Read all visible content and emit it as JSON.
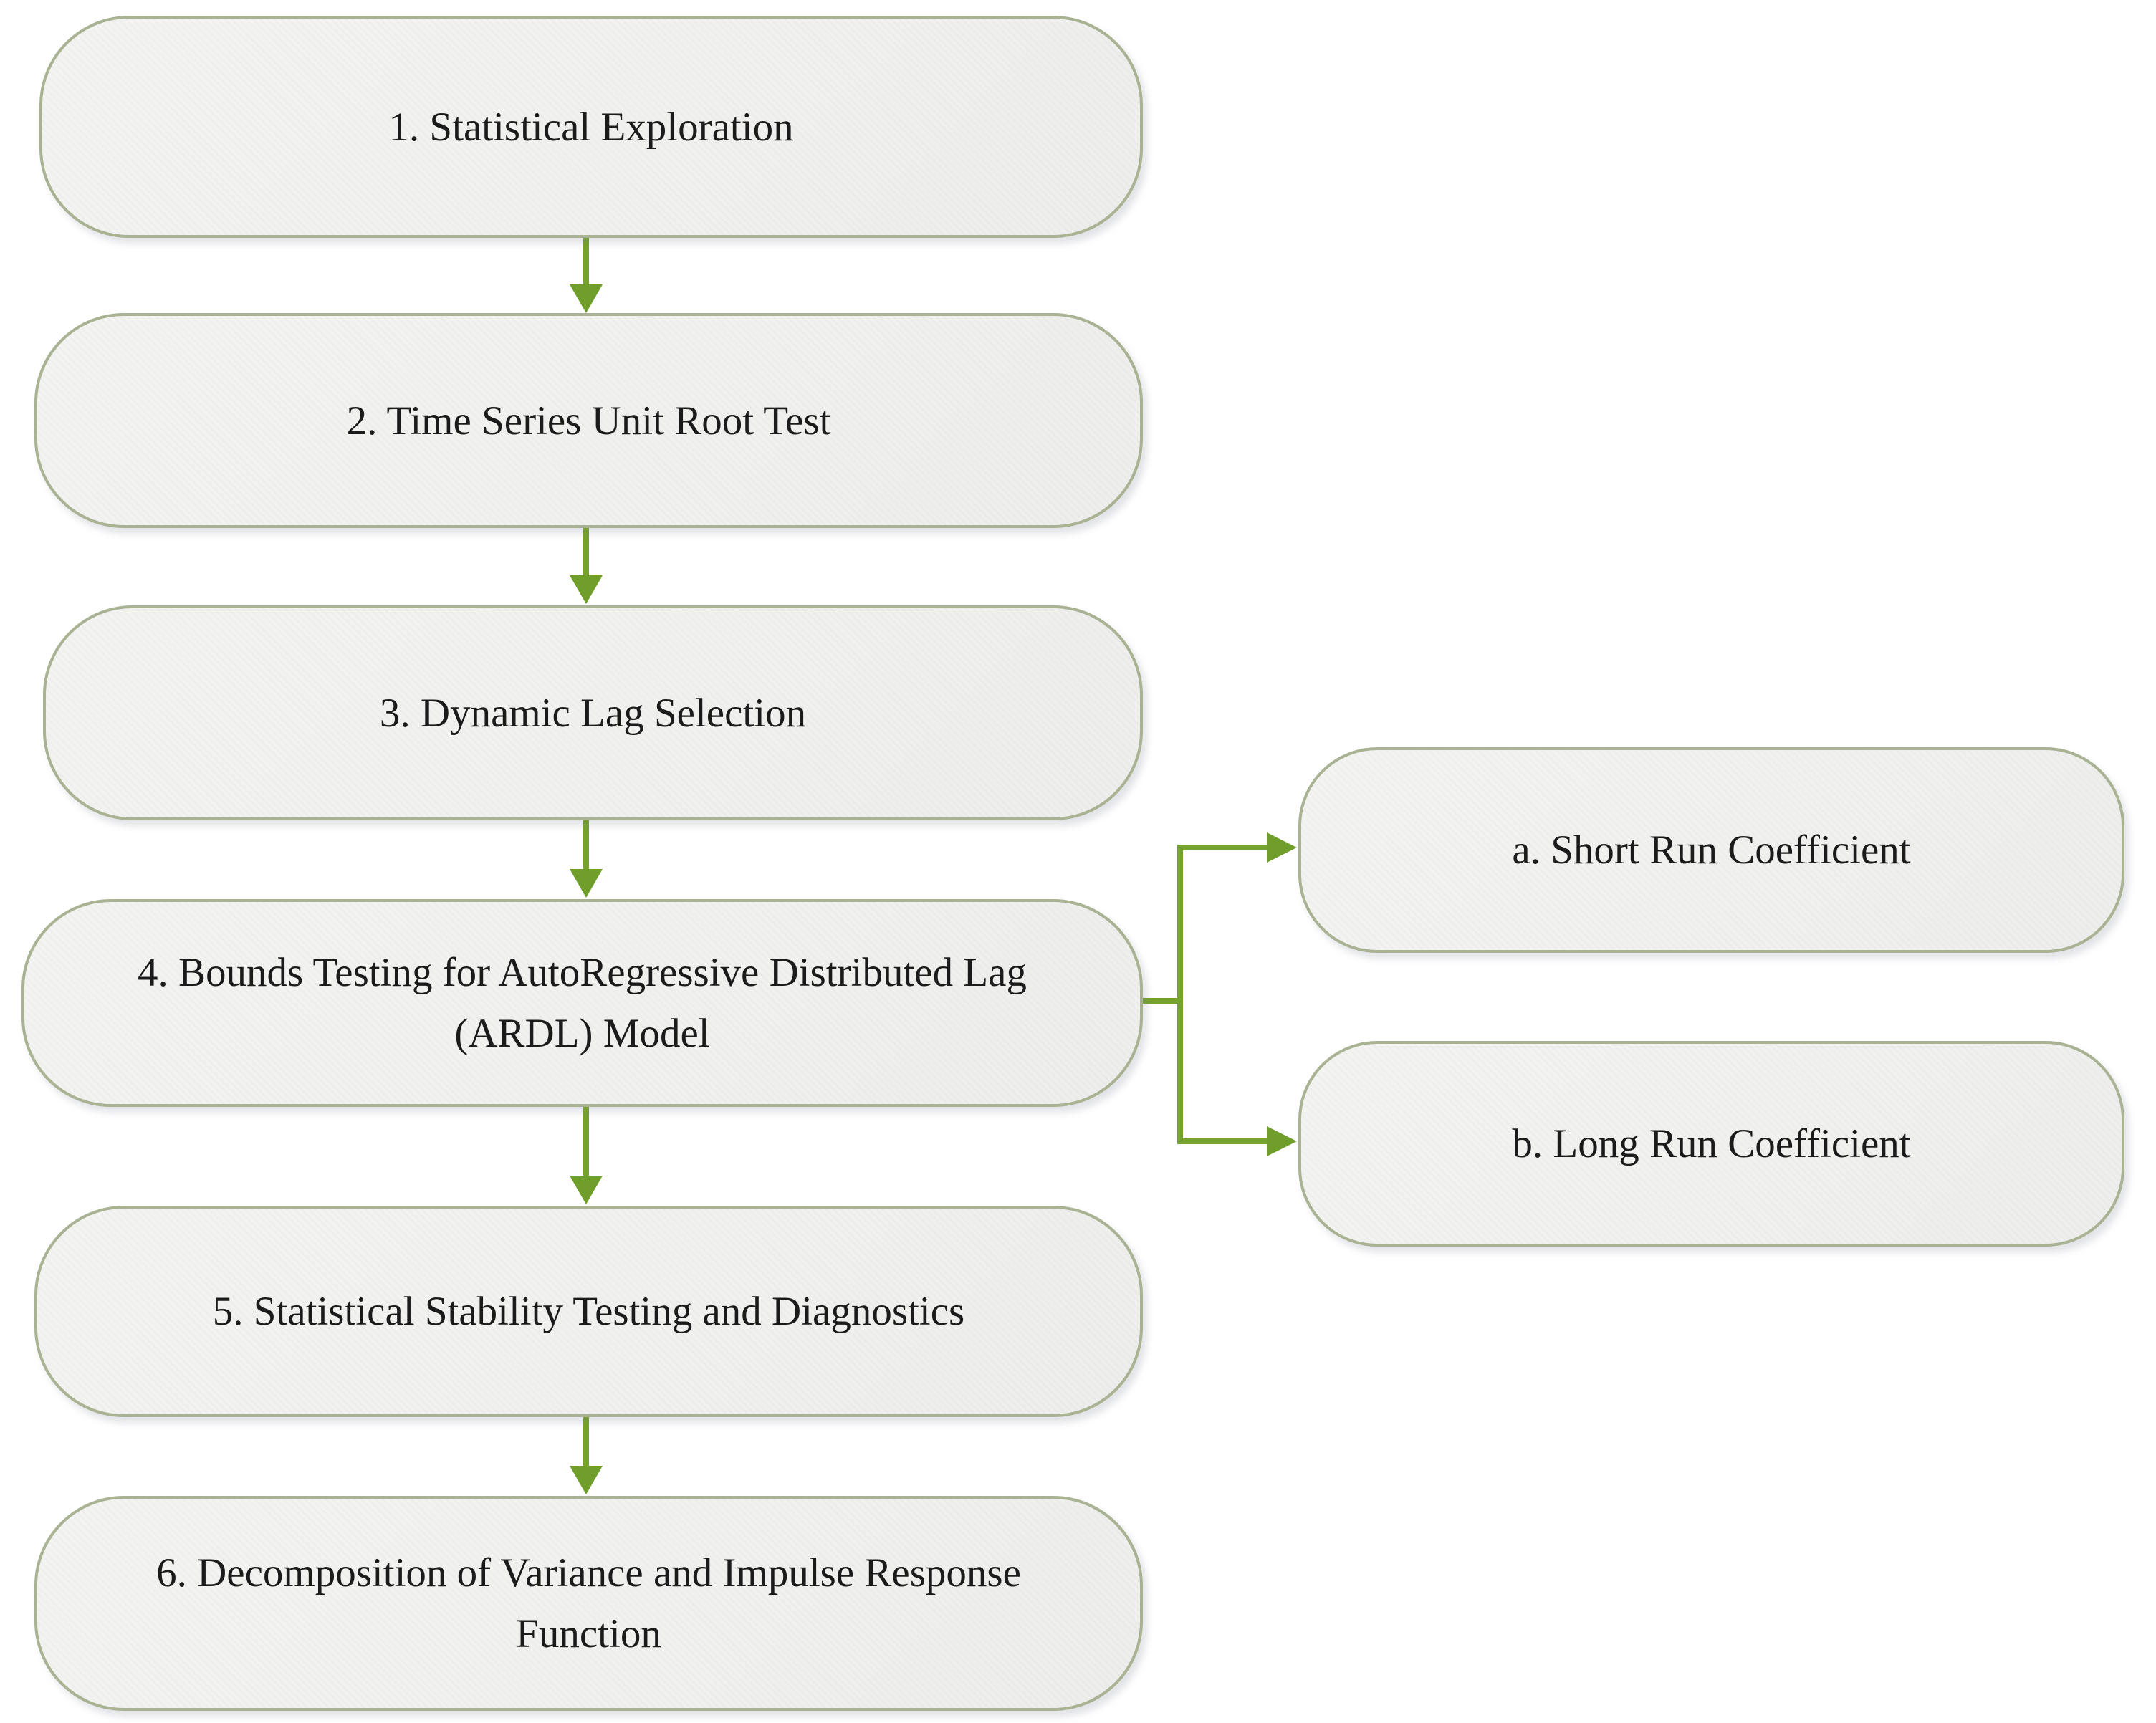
{
  "diagram": {
    "title": "ARDL methodology flowchart",
    "palette": {
      "background": "#ffffff",
      "arrow_green": "#76a32c",
      "arrowhead_green": "#6f9e2a",
      "box_border_sage": "#a9b292",
      "box_fill": "#f1f1ef",
      "text_color": "#1b1b1b"
    },
    "nodes": [
      {
        "id": "step-1",
        "lines": [
          "1. Statistical Exploration"
        ]
      },
      {
        "id": "step-2",
        "lines": [
          "2. Time Series Unit Root Test"
        ]
      },
      {
        "id": "step-3",
        "lines": [
          "3. Dynamic Lag Selection"
        ]
      },
      {
        "id": "step-4",
        "lines": [
          "4. Bounds Testing for AutoRegressive Distributed Lag",
          "(ARDL) Model"
        ]
      },
      {
        "id": "step-5",
        "lines": [
          "5. Statistical Stability Testing and Diagnostics"
        ]
      },
      {
        "id": "step-6",
        "lines": [
          "6. Decomposition of Variance and Impulse Response",
          "Function"
        ]
      },
      {
        "id": "branch-a",
        "lines": [
          "a. Short Run Coefficient"
        ]
      },
      {
        "id": "branch-b",
        "lines": [
          "b. Long Run Coefficient"
        ]
      }
    ],
    "edges": [
      "step-1 -> step-2",
      "step-2 -> step-3",
      "step-3 -> step-4",
      "step-4 -> step-5",
      "step-5 -> step-6",
      "step-4 -> branch-a",
      "step-4 -> branch-b"
    ]
  }
}
